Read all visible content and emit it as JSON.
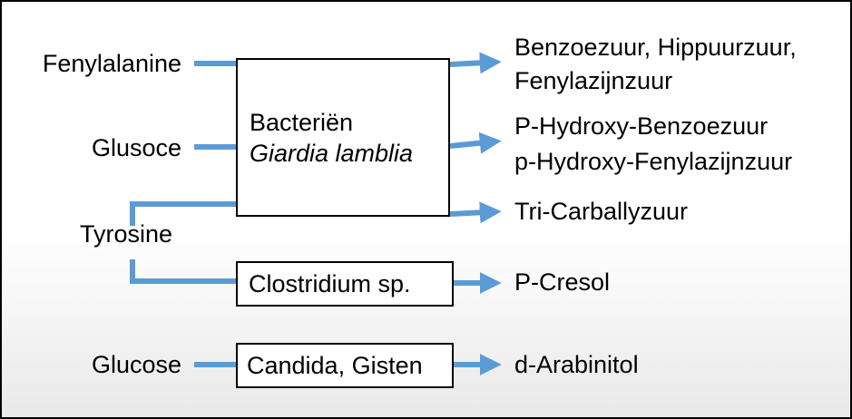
{
  "inputs": {
    "fenylalanine": "Fenylalanine",
    "glusoce": "Glusoce",
    "tyrosine": "Tyrosine",
    "glucose": "Glucose"
  },
  "boxes": {
    "bacteria": {
      "line1": "Bacteriën",
      "line2": "Giardia lamblia"
    },
    "clostridium": "Clostridium sp.",
    "candida": "Candida, Gisten"
  },
  "outputs": {
    "out1_line1": "Benzoezuur, Hippuurzuur,",
    "out1_line2": "Fenylazijnzuur",
    "out2_line1": "P-Hydroxy-Benzoezuur",
    "out2_line2": "p-Hydroxy-Fenylazijnzuur",
    "out3": "Tri-Carballyzuur",
    "out4": "P-Cresol",
    "out5": "d-Arabinitol"
  },
  "colors": {
    "arrow": "#5B9BD5",
    "border": "#000000"
  }
}
